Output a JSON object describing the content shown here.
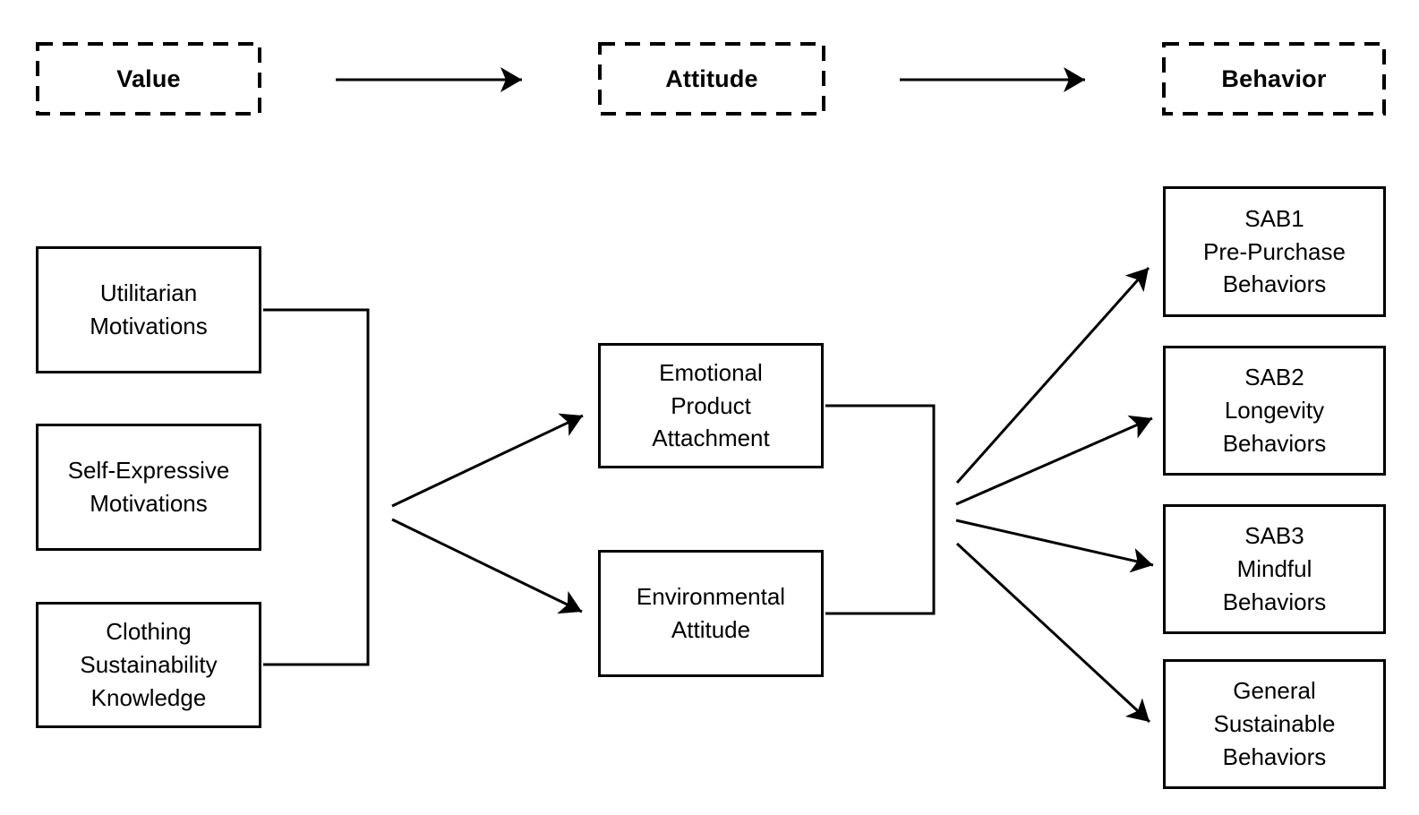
{
  "diagram": {
    "stages": {
      "value": "Value",
      "attitude": "Attitude",
      "behavior": "Behavior"
    },
    "value_constructs": [
      {
        "label": "Utilitarian\nMotivations"
      },
      {
        "label": "Self-Expressive\nMotivations"
      },
      {
        "label": "Clothing\nSustainability\nKnowledge"
      }
    ],
    "attitude_constructs": [
      {
        "label": "Emotional\nProduct\nAttachment"
      },
      {
        "label": "Environmental\nAttitude"
      }
    ],
    "behavior_constructs": [
      {
        "label": "SAB1\nPre-Purchase\nBehaviors"
      },
      {
        "label": "SAB2\nLongevity\nBehaviors"
      },
      {
        "label": "SAB3\nMindful\nBehaviors"
      },
      {
        "label": "General\nSustainable\nBehaviors"
      }
    ],
    "connections": [
      {
        "from": "Value",
        "to": "Attitude"
      },
      {
        "from": "Attitude",
        "to": "Behavior"
      },
      {
        "from": "Value constructs",
        "to": "Emotional Product Attachment"
      },
      {
        "from": "Value constructs",
        "to": "Environmental Attitude"
      },
      {
        "from": "Attitude constructs",
        "to": "SAB1 Pre-Purchase Behaviors"
      },
      {
        "from": "Attitude constructs",
        "to": "SAB2 Longevity Behaviors"
      },
      {
        "from": "Attitude constructs",
        "to": "SAB3 Mindful Behaviors"
      },
      {
        "from": "Attitude constructs",
        "to": "General Sustainable Behaviors"
      }
    ],
    "colors": {
      "stroke": "#000000",
      "text": "#000000",
      "background": "#ffffff"
    }
  }
}
